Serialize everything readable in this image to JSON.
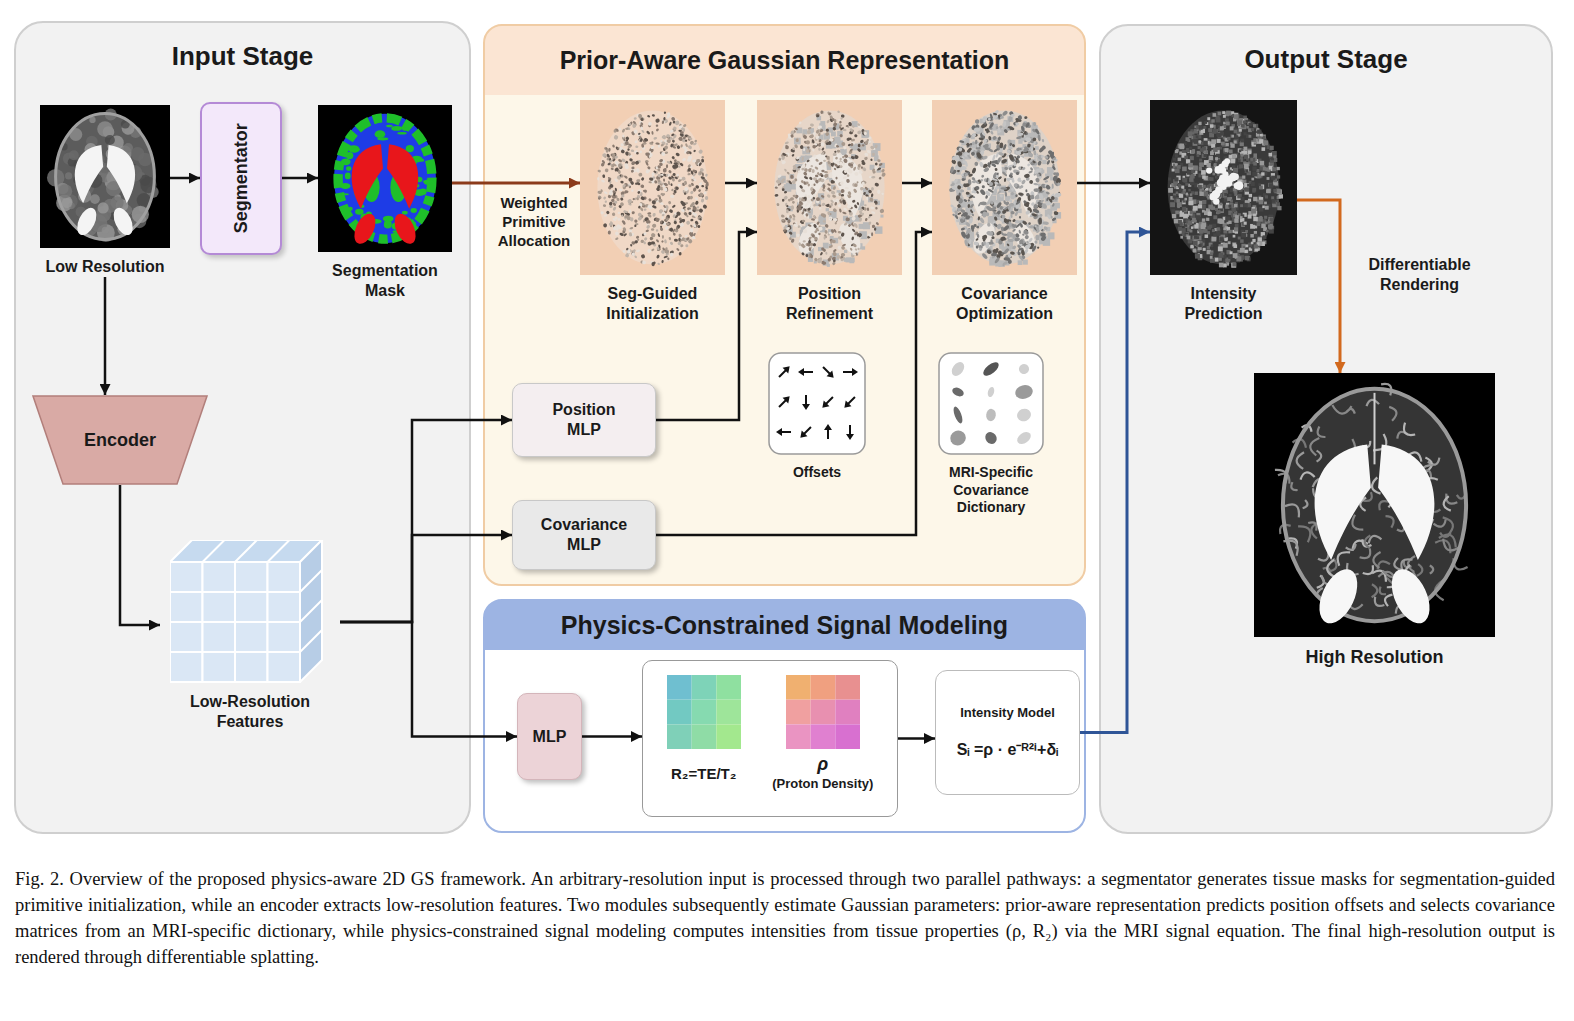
{
  "diagram": {
    "caption": "Fig. 2. Overview of the proposed physics-aware 2D GS framework. An arbitrary-resolution input is processed through two parallel pathways: a segmentator generates tissue masks for segmentation-guided primitive initialization, while an encoder extracts low-resolution features. Two modules subsequently estimate Gaussian parameters: prior-aware representation predicts position offsets and selects covariance matrices from an MRI-specific dictionary, while physics-constrained signal modeling computes intensities from tissue properties (ρ, R₂) via the MRI signal equation. The final high-resolution output is rendered through differentiable splatting.",
    "nodes": [
      {
        "text": [
          "Input Stage"
        ]
      },
      {
        "text": [
          "Low Resolution"
        ],
        "in": 0
      },
      {
        "text": [
          "Segmentator"
        ],
        "in": 0
      },
      {
        "text": [
          "Segmentation Mask"
        ],
        "in": 0
      },
      {
        "text": [
          "Encoder"
        ],
        "in": 0
      },
      {
        "text": [
          "Low-Resolution Features"
        ],
        "in": 0
      },
      {
        "text": [
          "Prior-Aware Gaussian Representation"
        ]
      },
      {
        "text": [
          "Seg-Guided Initialization"
        ],
        "in": 6
      },
      {
        "text": [
          "Position Refinement"
        ],
        "in": 6
      },
      {
        "text": [
          "Covariance Optimization"
        ],
        "in": 6
      },
      {
        "text": [
          "Position MLP"
        ],
        "in": 6
      },
      {
        "text": [
          "Offsets"
        ],
        "in": 6
      },
      {
        "text": [
          "Covariance MLP"
        ],
        "in": 6
      },
      {
        "text": [
          "MRI-Specific Covariance Dictionary"
        ],
        "in": 6
      },
      {
        "text": [
          "Physics-Constrained Signal Modeling"
        ]
      },
      {
        "text": [
          "MLP"
        ],
        "in": 14
      },
      {
        "text": [
          "R₂=TE/T₂",
          "ρ",
          "(Proton Density)"
        ],
        "in": 14
      },
      {
        "text": [
          "Intensity Model",
          "Sᵢ =ρ · e⁻ᴿ²ⁱ+δᵢ"
        ],
        "in": 14
      },
      {
        "text": [
          "Output Stage"
        ]
      },
      {
        "text": [
          "Intensity Prediction"
        ],
        "in": 18
      },
      {
        "text": [
          "High Resolution"
        ],
        "in": 18
      }
    ],
    "edges": [
      {
        "from": 1,
        "to": 2,
        "arrow": "to"
      },
      {
        "from": 2,
        "to": 3,
        "arrow": "to"
      },
      {
        "from": 1,
        "to": 4,
        "arrow": "to"
      },
      {
        "from": 4,
        "to": 5,
        "arrow": "to"
      },
      {
        "from": 3,
        "to": 7,
        "label": "Weighted Primitive Allocation",
        "arrow": "to"
      },
      {
        "from": 7,
        "to": 8,
        "arrow": "to"
      },
      {
        "from": 8,
        "to": 9,
        "arrow": "to"
      },
      {
        "from": 5,
        "to": 10,
        "arrow": "to"
      },
      {
        "from": 5,
        "to": 12,
        "arrow": "to"
      },
      {
        "from": 5,
        "to": 15,
        "arrow": "to"
      },
      {
        "from": 10,
        "to": 8,
        "arrow": "to"
      },
      {
        "from": 12,
        "to": 9,
        "arrow": "to"
      },
      {
        "from": 15,
        "to": 16,
        "arrow": "to"
      },
      {
        "from": 16,
        "to": 17,
        "arrow": "to"
      },
      {
        "from": 9,
        "to": 19,
        "arrow": "to"
      },
      {
        "from": 17,
        "to": 19,
        "arrow": "to"
      },
      {
        "from": 19,
        "to": 20,
        "label": "Differentiable Rendering",
        "arrow": "to"
      }
    ]
  }
}
